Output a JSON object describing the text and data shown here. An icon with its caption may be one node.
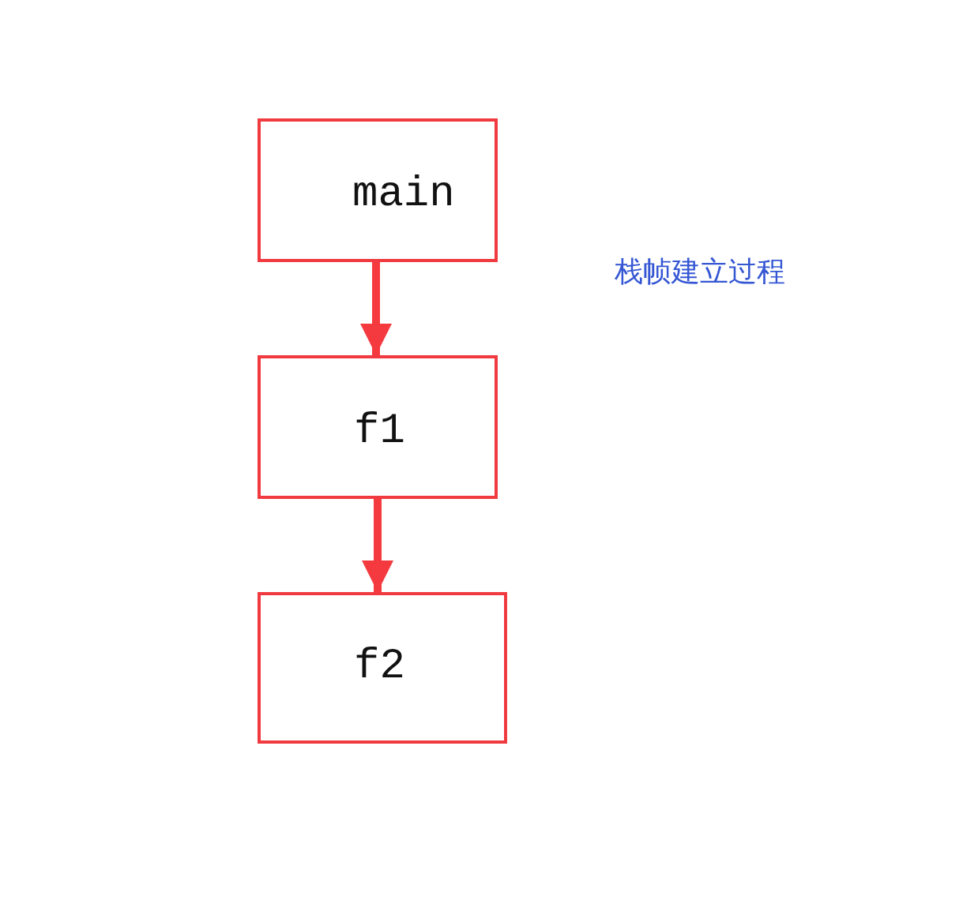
{
  "diagram": {
    "nodes": [
      {
        "text": [
          "main"
        ]
      },
      {
        "text": [
          "f1"
        ]
      },
      {
        "text": [
          "f2"
        ]
      }
    ],
    "edges": [
      {
        "from": 0,
        "to": 1,
        "arrow": "to"
      },
      {
        "from": 1,
        "to": 2,
        "arrow": "to"
      }
    ],
    "labels": [
      "栈帧建立过程"
    ]
  }
}
